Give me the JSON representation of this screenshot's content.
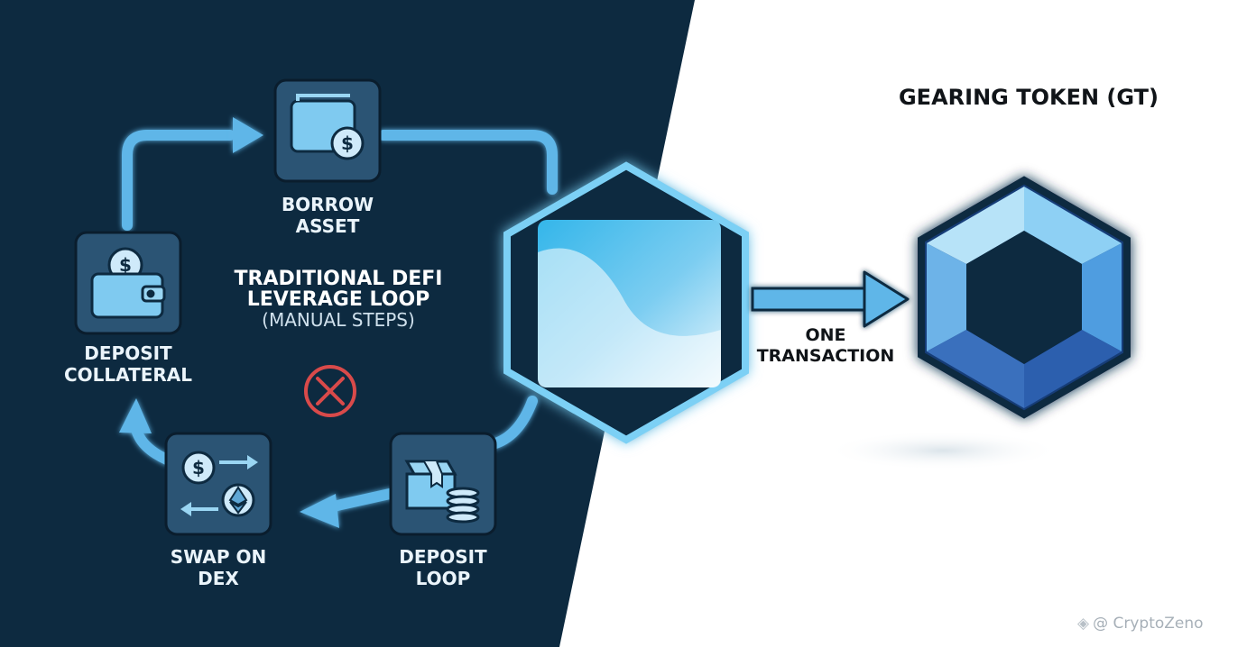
{
  "left_panel": {
    "title_line1": "TRADITIONAL DEFI",
    "title_line2": "LEVERAGE LOOP",
    "subtitle": "(MANUAL STEPS)",
    "steps": [
      {
        "id": "borrow",
        "line1": "BORROW",
        "line2": "ASSET",
        "icon": "wallet-dollar-icon"
      },
      {
        "id": "collateral",
        "line1": "DEPOSIT",
        "line2": "COLLATERAL",
        "icon": "wallet-coin-icon"
      },
      {
        "id": "swap",
        "line1": "SWAP ON",
        "line2": "DEX",
        "icon": "swap-icon"
      },
      {
        "id": "deposit-loop",
        "line1": "DEPOSIT",
        "line2": "LOOP",
        "icon": "box-coins-icon"
      }
    ],
    "status_icon": "x-circle-icon"
  },
  "right_panel": {
    "title": "GEARING TOKEN (GT)",
    "arrow_label_line1": "ONE",
    "arrow_label_line2": "TRANSACTION",
    "token_icon": "hexagon-gem-icon"
  },
  "watermark": "@ CryptoZeno",
  "colors": {
    "dark_bg": "#0d2a40",
    "accent_blue": "#5fb6e8",
    "tile": "#2b5474",
    "deep_blue": "#1f4f96",
    "error_red": "#d94a4a"
  }
}
